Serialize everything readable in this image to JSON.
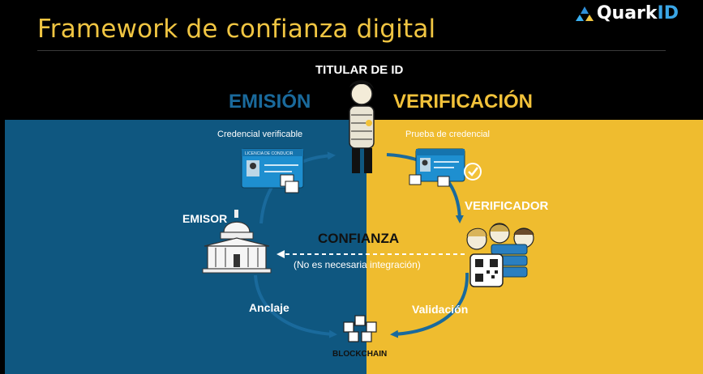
{
  "slide": {
    "title": "Framework de confianza digital",
    "brand": {
      "name_main": "Quark",
      "name_accent": "ID",
      "logo_icon": "quark-logo-icon"
    }
  },
  "diagram": {
    "holder_label": "TITULAR DE ID",
    "left_heading": "EMISIÓN",
    "right_heading": "VERIFICACIÓN",
    "credential_label": "Credencial verificable",
    "card_text": "LICENCIA DE CONDUCIR",
    "proof_label": "Prueba de credencial",
    "verifier_label": "VERIFICADOR",
    "issuer_label": "EMISOR",
    "trust_label": "CONFIANZA",
    "trust_note": "(No es necesaria integración)",
    "anchor_label": "Anclaje",
    "validation_label": "Validación",
    "blockchain_label": "BLOCKCHAIN"
  },
  "colors": {
    "title": "#f0c542",
    "issuance_panel": "#0f5780",
    "verification_panel": "#efbc2f",
    "flow_arrow": "#1a6a9c",
    "brand_accent": "#3aa6e6"
  }
}
